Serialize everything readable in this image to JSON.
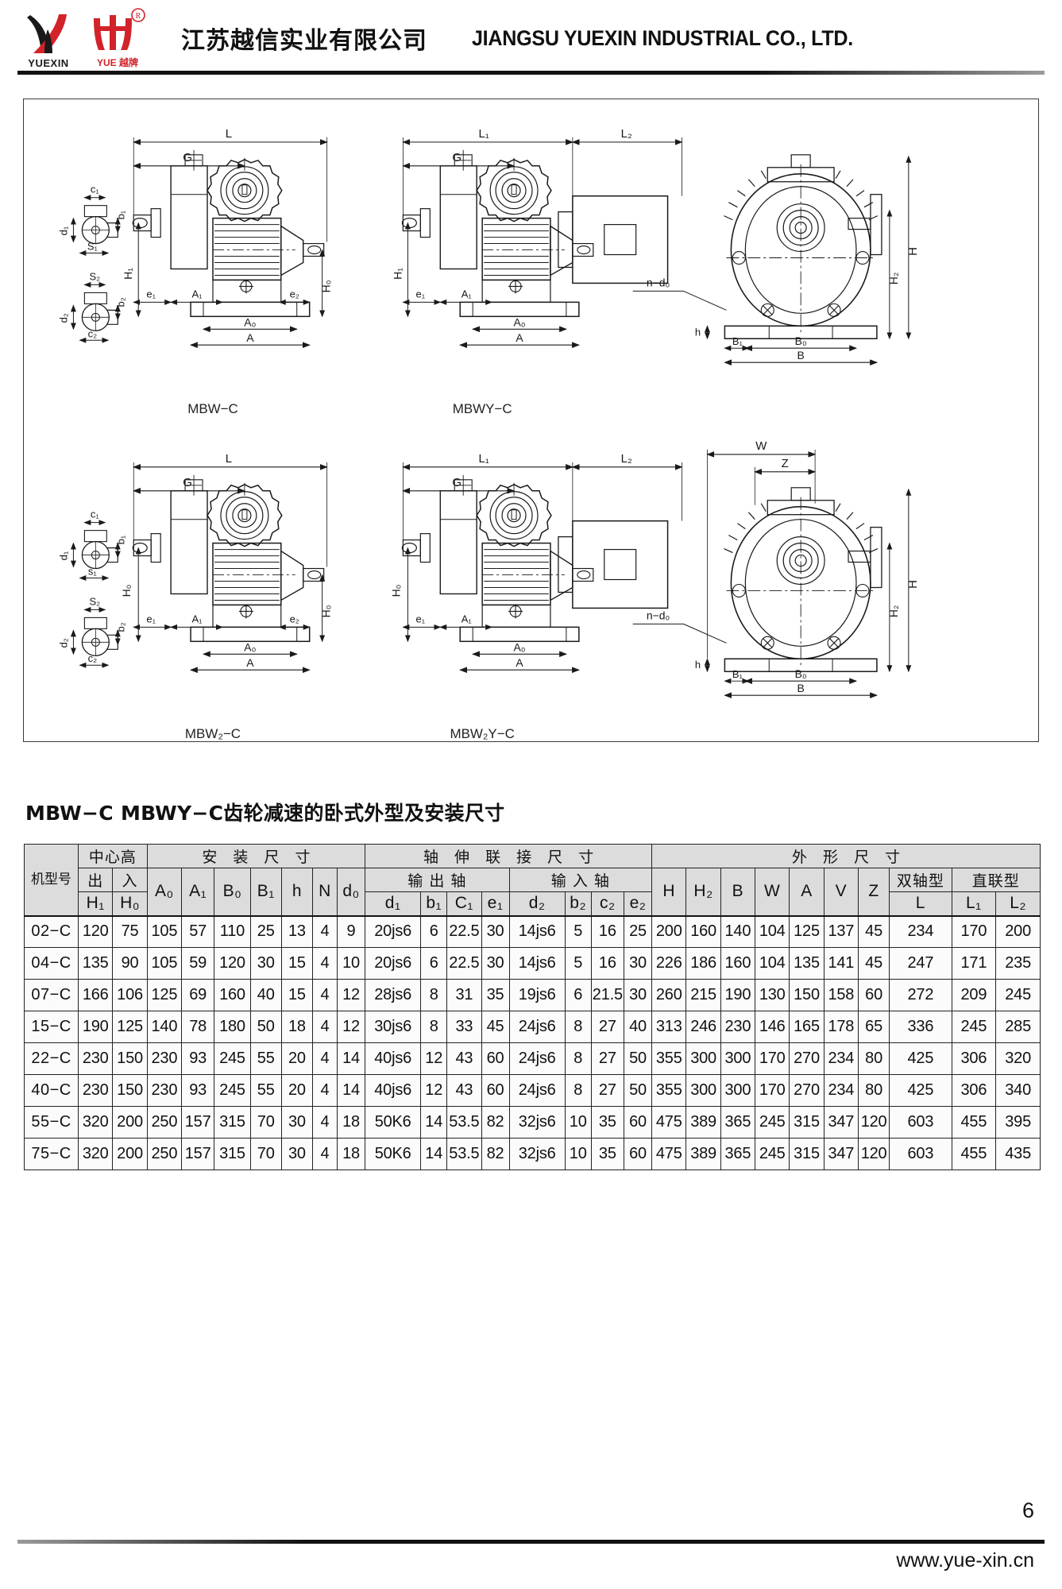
{
  "header": {
    "logo_word_left": "YUEXIN",
    "logo_word_right": "YUE 越牌",
    "company_cn": "江苏越信实业有限公司",
    "company_en": "JIANGSU YUEXIN INDUSTRIAL CO., LTD."
  },
  "drawings": {
    "captions": {
      "top_left": "MBW−C",
      "top_mid": "MBWY−C",
      "bottom_left": "MBW₂−C",
      "bottom_mid": "MBW₂Y−C"
    },
    "dim_labels": {
      "L": "L",
      "L1": "L₁",
      "L2": "L₂",
      "G": "G",
      "A": "A",
      "A0": "A₀",
      "A1": "A₁",
      "B": "B",
      "B0": "B₀",
      "B1": "B₁",
      "H": "H",
      "H0": "H₀",
      "H1": "H₁",
      "H2": "H₂",
      "e1": "e₁",
      "e2": "e₂",
      "c1": "c₁",
      "c2": "c₂",
      "b1": "b₁",
      "b2": "b₂",
      "d1": "d₁",
      "d2": "d₂",
      "s1": "S₁",
      "s2": "S₂",
      "n_d0": "n−d₀",
      "h": "h",
      "W": "W",
      "Z": "Z"
    }
  },
  "section_title": "MBW−C  MBWY−C齿轮减速的卧式外型及安装尺寸",
  "table": {
    "group_headers": {
      "model": "机型号",
      "center_height": "中心高",
      "mount_dims": "安 装 尺 寸",
      "shaft_ext_dims": "轴 伸 联 接 尺 寸",
      "output_shaft": "输 出 轴",
      "input_shaft": "输 入 轴",
      "outline_dims": "外 形 尺 寸",
      "dual_shaft": "双轴型",
      "direct_coupled": "直联型"
    },
    "sub_headers": {
      "out": "出",
      "in": "入"
    },
    "columns": [
      "机型号",
      "H₁",
      "H₀",
      "A₀",
      "A₁",
      "B₀",
      "B₁",
      "h",
      "N",
      "d₀",
      "d₁",
      "b₁",
      "C₁",
      "e₁",
      "d₂",
      "b₂",
      "c₂",
      "e₂",
      "H",
      "H₂",
      "B",
      "W",
      "A",
      "V",
      "Z",
      "L",
      "L₁",
      "L₂"
    ],
    "rows": [
      {
        "model": "02−C",
        "H1": "120",
        "H0": "75",
        "A0": "105",
        "A1": "57",
        "B0": "110",
        "B1": "25",
        "h": "13",
        "N": "4",
        "d0": "9",
        "d1": "20js6",
        "b1": "6",
        "C1": "22.5",
        "e1": "30",
        "d2": "14js6",
        "b2": "5",
        "c2": "16",
        "e2": "25",
        "H": "200",
        "H2": "160",
        "B": "140",
        "W": "104",
        "A": "125",
        "V": "137",
        "Z": "45",
        "L": "234",
        "L1": "170",
        "L2": "200"
      },
      {
        "model": "04−C",
        "H1": "135",
        "H0": "90",
        "A0": "105",
        "A1": "59",
        "B0": "120",
        "B1": "30",
        "h": "15",
        "N": "4",
        "d0": "10",
        "d1": "20js6",
        "b1": "6",
        "C1": "22.5",
        "e1": "30",
        "d2": "14js6",
        "b2": "5",
        "c2": "16",
        "e2": "30",
        "H": "226",
        "H2": "186",
        "B": "160",
        "W": "104",
        "A": "135",
        "V": "141",
        "Z": "45",
        "L": "247",
        "L1": "171",
        "L2": "235"
      },
      {
        "model": "07−C",
        "H1": "166",
        "H0": "106",
        "A0": "125",
        "A1": "69",
        "B0": "160",
        "B1": "40",
        "h": "15",
        "N": "4",
        "d0": "12",
        "d1": "28js6",
        "b1": "8",
        "C1": "31",
        "e1": "35",
        "d2": "19js6",
        "b2": "6",
        "c2": "21.5",
        "e2": "30",
        "H": "260",
        "H2": "215",
        "B": "190",
        "W": "130",
        "A": "150",
        "V": "158",
        "Z": "60",
        "L": "272",
        "L1": "209",
        "L2": "245"
      },
      {
        "model": "15−C",
        "H1": "190",
        "H0": "125",
        "A0": "140",
        "A1": "78",
        "B0": "180",
        "B1": "50",
        "h": "18",
        "N": "4",
        "d0": "12",
        "d1": "30js6",
        "b1": "8",
        "C1": "33",
        "e1": "45",
        "d2": "24js6",
        "b2": "8",
        "c2": "27",
        "e2": "40",
        "H": "313",
        "H2": "246",
        "B": "230",
        "W": "146",
        "A": "165",
        "V": "178",
        "Z": "65",
        "L": "336",
        "L1": "245",
        "L2": "285"
      },
      {
        "model": "22−C",
        "H1": "230",
        "H0": "150",
        "A0": "230",
        "A1": "93",
        "B0": "245",
        "B1": "55",
        "h": "20",
        "N": "4",
        "d0": "14",
        "d1": "40js6",
        "b1": "12",
        "C1": "43",
        "e1": "60",
        "d2": "24js6",
        "b2": "8",
        "c2": "27",
        "e2": "50",
        "H": "355",
        "H2": "300",
        "B": "300",
        "W": "170",
        "A": "270",
        "V": "234",
        "Z": "80",
        "L": "425",
        "L1": "306",
        "L2": "320"
      },
      {
        "model": "40−C",
        "H1": "230",
        "H0": "150",
        "A0": "230",
        "A1": "93",
        "B0": "245",
        "B1": "55",
        "h": "20",
        "N": "4",
        "d0": "14",
        "d1": "40js6",
        "b1": "12",
        "C1": "43",
        "e1": "60",
        "d2": "24js6",
        "b2": "8",
        "c2": "27",
        "e2": "50",
        "H": "355",
        "H2": "300",
        "B": "300",
        "W": "170",
        "A": "270",
        "V": "234",
        "Z": "80",
        "L": "425",
        "L1": "306",
        "L2": "340"
      },
      {
        "model": "55−C",
        "H1": "320",
        "H0": "200",
        "A0": "250",
        "A1": "157",
        "B0": "315",
        "B1": "70",
        "h": "30",
        "N": "4",
        "d0": "18",
        "d1": "50K6",
        "b1": "14",
        "C1": "53.5",
        "e1": "82",
        "d2": "32js6",
        "b2": "10",
        "c2": "35",
        "e2": "60",
        "H": "475",
        "H2": "389",
        "B": "365",
        "W": "245",
        "A": "315",
        "V": "347",
        "Z": "120",
        "L": "603",
        "L1": "455",
        "L2": "395"
      },
      {
        "model": "75−C",
        "H1": "320",
        "H0": "200",
        "A0": "250",
        "A1": "157",
        "B0": "315",
        "B1": "70",
        "h": "30",
        "N": "4",
        "d0": "18",
        "d1": "50K6",
        "b1": "14",
        "C1": "53.5",
        "e1": "82",
        "d2": "32js6",
        "b2": "10",
        "c2": "35",
        "e2": "60",
        "H": "475",
        "H2": "389",
        "B": "365",
        "W": "245",
        "A": "315",
        "V": "347",
        "Z": "120",
        "L": "603",
        "L1": "455",
        "L2": "435"
      }
    ]
  },
  "footer": {
    "page_number": "6",
    "website": "www.yue-xin.cn"
  },
  "colors": {
    "brand_red": "#d2232a",
    "ink": "#111111",
    "header_fill": "#dcdcdc",
    "cell_fill": "#fbfbfb"
  }
}
